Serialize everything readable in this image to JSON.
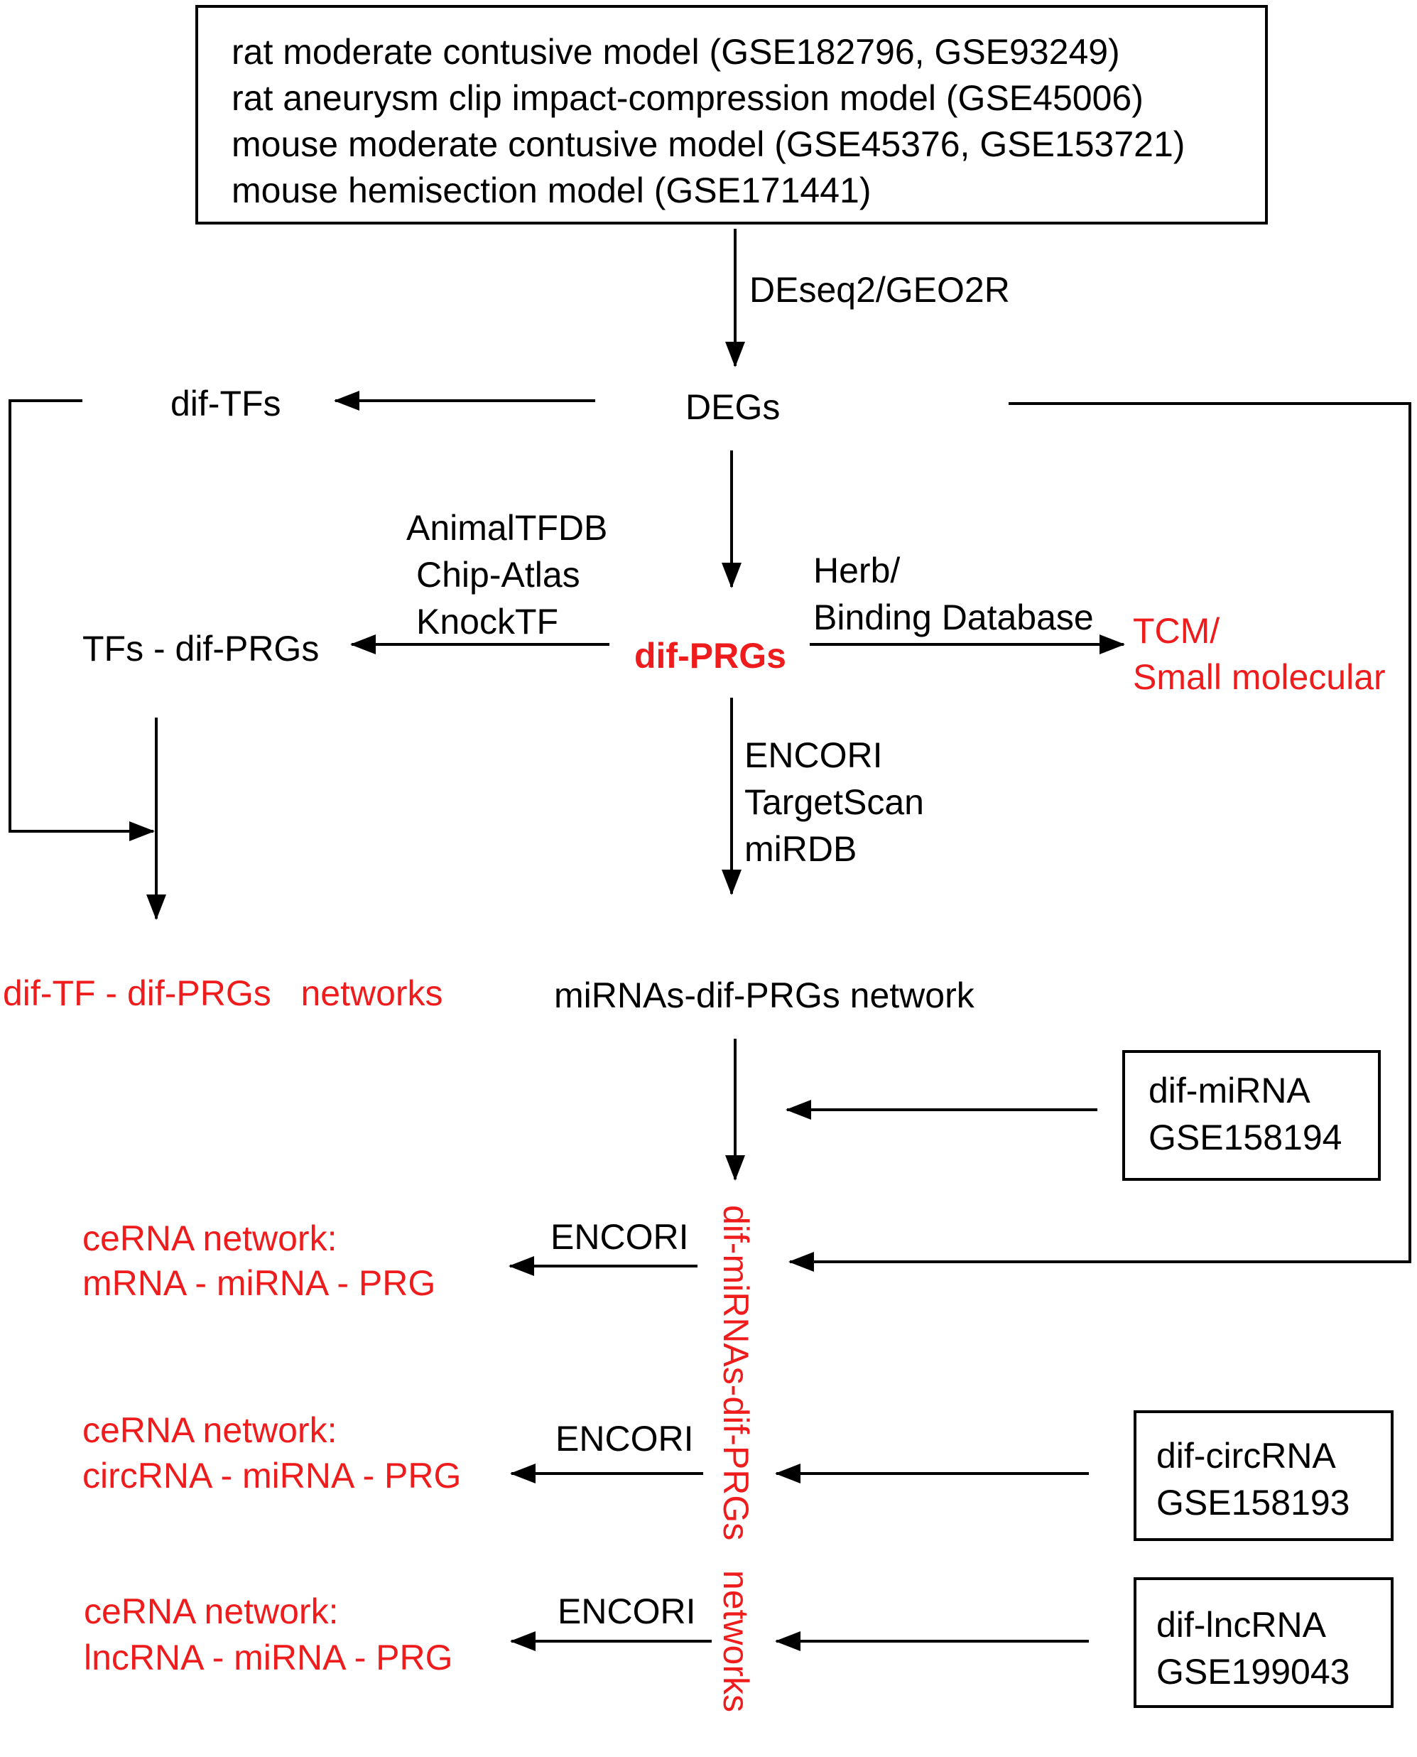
{
  "colors": {
    "black": "#000000",
    "red": "#ee1c1c",
    "background": "#ffffff"
  },
  "source_box": {
    "lines": [
      "rat moderate contusive model (GSE182796, GSE93249)",
      "rat aneurysm clip impact-compression model (GSE45006)",
      "mouse moderate contusive model (GSE45376, GSE153721)",
      "mouse hemisection model (GSE171441)"
    ]
  },
  "edge_labels": {
    "deseq": "DEseq2/GEO2R",
    "tf_dbs": [
      "AnimalTFDB",
      "Chip-Atlas",
      "KnockTF"
    ],
    "herb_dbs": [
      "Herb/",
      "Binding Database"
    ],
    "mirna_dbs": [
      "ENCORI",
      "TargetScan",
      "miRDB"
    ],
    "encori_1": "ENCORI",
    "encori_2": "ENCORI",
    "encori_3": "ENCORI"
  },
  "nodes": {
    "degs": "DEGs",
    "dif_tfs": "dif-TFs",
    "dif_prgs": "dif-PRGs",
    "tfs_dif_prgs": "TFs - dif-PRGs",
    "tcm": [
      "TCM/",
      "Small molecular"
    ],
    "tf_network": "dif-TF - dif-PRGs   networks",
    "mirna_network": "miRNAs-dif-PRGs network",
    "vertical_network": "dif-miRNAs-dif-PRGs   networks",
    "cerna_mrna": [
      "ceRNA network:",
      "mRNA - miRNA - PRG"
    ],
    "cerna_circ": [
      "ceRNA network:",
      "circRNA - miRNA - PRG"
    ],
    "cerna_lnc": [
      "ceRNA network:",
      "lncRNA - miRNA - PRG"
    ]
  },
  "input_boxes": {
    "mirna": [
      "dif-miRNA",
      "GSE158194"
    ],
    "circrna": [
      "dif-circRNA",
      "GSE158193"
    ],
    "lncrna": [
      "dif-lncRNA",
      "GSE199043"
    ]
  }
}
